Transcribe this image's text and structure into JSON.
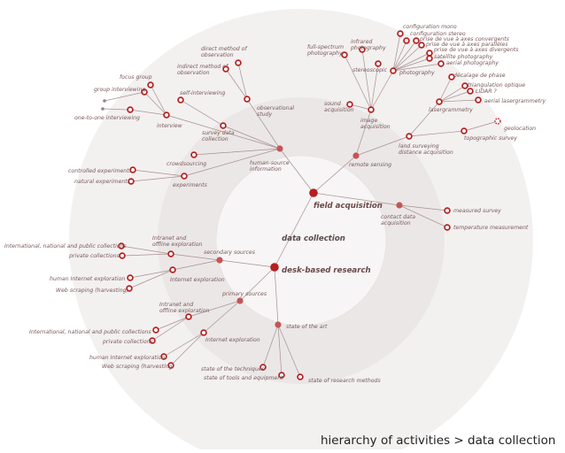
{
  "caption": "hierarchy of activities > data collection",
  "colors": {
    "node": "#b51f1f",
    "node_mid": "#c55555",
    "edge": "#a89090",
    "label": "#7a5a5a",
    "ring_outer": "#f3f0f0",
    "ring_mid": "#ebe7e7",
    "ring_inner": "#f7f5f5"
  },
  "root": {
    "label": "data collection"
  },
  "main": [
    {
      "id": "field",
      "label": "field acquisition"
    },
    {
      "id": "desk",
      "label": "desk-based research"
    }
  ],
  "groups": [
    {
      "id": "human",
      "label": "human-source information"
    },
    {
      "id": "remote",
      "label": "remote sensing"
    },
    {
      "id": "contact",
      "label": "contact data acquisition"
    },
    {
      "id": "secondary",
      "label": "secondary sources"
    },
    {
      "id": "primary",
      "label": "primary sources"
    },
    {
      "id": "state",
      "label": "state of the art"
    }
  ],
  "subgroups": [
    {
      "id": "observational",
      "label": "observational study"
    },
    {
      "id": "survey",
      "label": "survey data collection"
    },
    {
      "id": "interview",
      "label": "interview"
    },
    {
      "id": "experiments",
      "label": "experiments"
    },
    {
      "id": "image",
      "label": "image acquisition"
    },
    {
      "id": "photography",
      "label": "photography"
    },
    {
      "id": "land",
      "label": "land surveying distance acquisition"
    },
    {
      "id": "laser",
      "label": "lasergrammetry"
    },
    {
      "id": "topo",
      "label": "topographic survey"
    },
    {
      "id": "sec_intranet",
      "label": "Intranet and offline exploration"
    },
    {
      "id": "sec_internet",
      "label": "Internet exploration"
    },
    {
      "id": "pri_intranet",
      "label": "Intranet and offline exploration"
    },
    {
      "id": "pri_internet",
      "label": "Internet exploration"
    }
  ],
  "leaves": [
    {
      "id": "direct",
      "label": "direct method of observation"
    },
    {
      "id": "indirect",
      "label": "indirect method of observation"
    },
    {
      "id": "self",
      "label": "self-interviewing"
    },
    {
      "id": "focus",
      "label": "focus group"
    },
    {
      "id": "groupint",
      "label": "group interviewing"
    },
    {
      "id": "onetoone",
      "label": "one-to-one interviewing"
    },
    {
      "id": "crowd",
      "label": "crowdsourcing"
    },
    {
      "id": "controlled",
      "label": "controlled experiments"
    },
    {
      "id": "natural",
      "label": "natural experiments"
    },
    {
      "id": "sound",
      "label": "sound acquisition"
    },
    {
      "id": "fullspec",
      "label": "full-spectrum photography"
    },
    {
      "id": "infrared",
      "label": "infrared photography"
    },
    {
      "id": "stereo",
      "label": "stereoscopic"
    },
    {
      "id": "cmono",
      "label": "configuration mono"
    },
    {
      "id": "cstereo",
      "label": "configuration stereo"
    },
    {
      "id": "pconv",
      "label": "prise de vue à axes convergents"
    },
    {
      "id": "ppar",
      "label": "prise de vue à axes parallèles"
    },
    {
      "id": "pdiv",
      "label": "prise de vue à axes divergents"
    },
    {
      "id": "sat",
      "label": "satellite photography"
    },
    {
      "id": "aerialp",
      "label": "aerial photography"
    },
    {
      "id": "decal",
      "label": "décalage de phase"
    },
    {
      "id": "triang",
      "label": "triangulation optique"
    },
    {
      "id": "lidar",
      "label": "LIDAR ?"
    },
    {
      "id": "aeriall",
      "label": "aerial lasergrammetry"
    },
    {
      "id": "geoloc",
      "label": "geolocation"
    },
    {
      "id": "measured",
      "label": "measured survey"
    },
    {
      "id": "temp",
      "label": "temperature measurement"
    },
    {
      "id": "s_intl",
      "label": "International, national and public collections"
    },
    {
      "id": "s_priv",
      "label": "private collections"
    },
    {
      "id": "s_hie",
      "label": "human Internet exploration"
    },
    {
      "id": "s_web",
      "label": "Web scraping (harvesting)"
    },
    {
      "id": "p_intl",
      "label": "International, national and public collections"
    },
    {
      "id": "p_priv",
      "label": "private collections"
    },
    {
      "id": "p_hie",
      "label": "human Internet exploration"
    },
    {
      "id": "p_web",
      "label": "Web scraping (harvesting)"
    },
    {
      "id": "stech",
      "label": "state of the techniques"
    },
    {
      "id": "stools",
      "label": "state of tools and equipment"
    },
    {
      "id": "sresearch",
      "label": "state of research methods"
    }
  ]
}
